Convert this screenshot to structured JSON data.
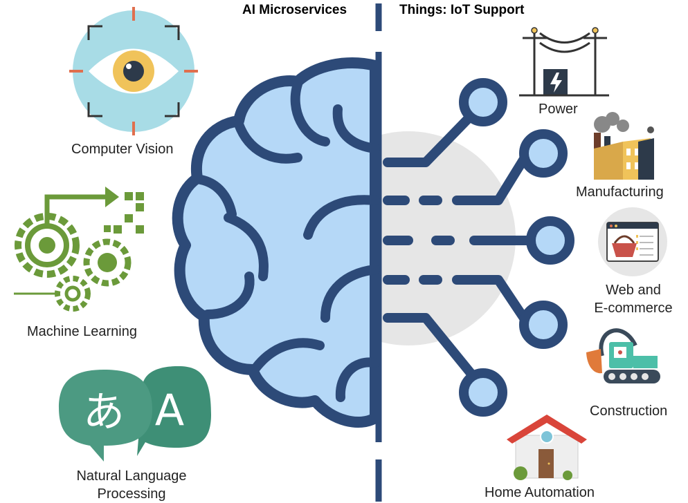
{
  "header": {
    "left_title": "AI Microservices",
    "right_title": "Things: IoT Support"
  },
  "ai_services": [
    {
      "label": "Computer Vision",
      "icon": "eye-icon"
    },
    {
      "label": "Machine Learning",
      "icon": "gears-icon"
    },
    {
      "label": "Natural Language Processing",
      "icon": "speech-bubbles-icon",
      "glyph_left": "あ",
      "glyph_right": "A"
    }
  ],
  "iot_things": [
    {
      "label": "Power",
      "icon": "power-pole-icon"
    },
    {
      "label": "Manufacturing",
      "icon": "factory-icon"
    },
    {
      "label_line1": "Web and",
      "label_line2": "E-commerce",
      "icon": "shopping-basket-icon"
    },
    {
      "label": "Construction",
      "icon": "excavator-icon"
    },
    {
      "label": "Home Automation",
      "icon": "house-icon"
    }
  ],
  "nlp_label": {
    "line1": "Natural Language",
    "line2": "Processing"
  },
  "colors": {
    "navy": "#2d4a78",
    "brain_fill": "#b5d8f7",
    "eye_circle": "#a8dce6",
    "green": "#6b9a3a",
    "teal": "#4c9a82",
    "gray_circle": "#e6e6e6"
  }
}
